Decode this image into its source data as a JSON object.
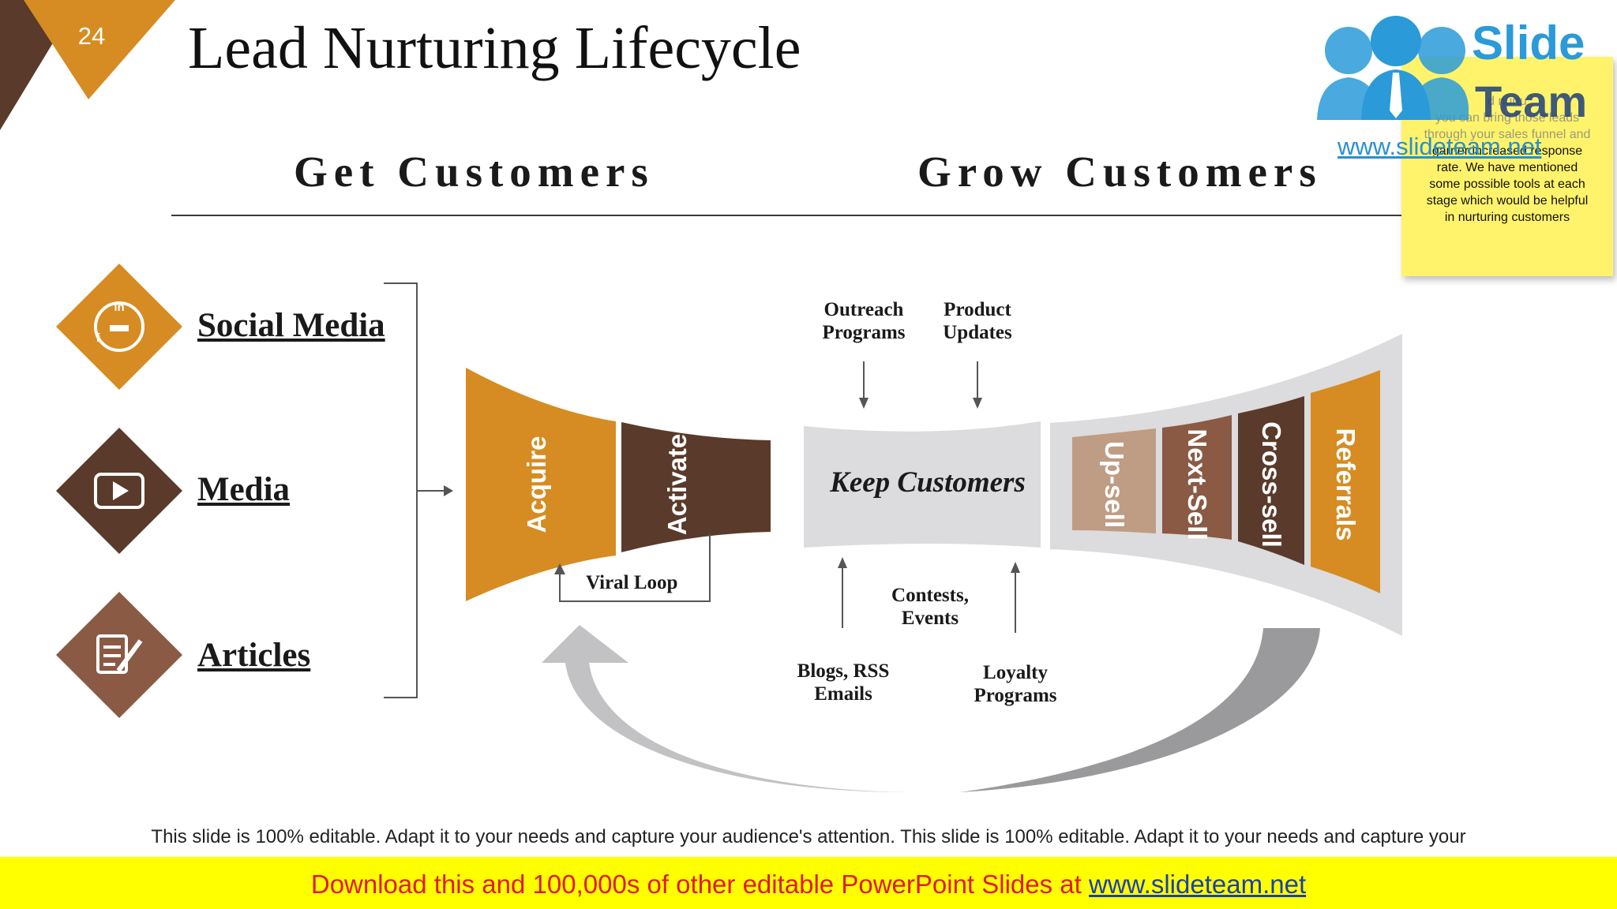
{
  "slide": {
    "number": "24",
    "title": "Lead Nurturing Lifecycle"
  },
  "sections": {
    "get": "Get Customers",
    "grow": "Grow Customers"
  },
  "channels": [
    {
      "label": "Social Media",
      "icon": "social-media-icon",
      "color": "#d68c22"
    },
    {
      "label": "Media",
      "icon": "play-video-icon",
      "color": "#5a3a2a"
    },
    {
      "label": "Articles",
      "icon": "document-edit-icon",
      "color": "#8a5a44"
    }
  ],
  "funnel": {
    "acquire": "Acquire",
    "activate": "Activate",
    "viral_loop": "Viral Loop",
    "keep": "Keep Customers",
    "grow_stages": [
      "Up-sell",
      "Next-Sell",
      "Cross-sell",
      "Referrals"
    ]
  },
  "tools": {
    "outreach": [
      "Outreach",
      "Programs"
    ],
    "product": [
      "Product",
      "Updates"
    ],
    "contests": [
      "Contests,",
      "Events"
    ],
    "blogs": [
      "Blogs, RSS",
      "Emails"
    ],
    "loyalty": [
      "Loyalty",
      "Programs"
    ]
  },
  "sticky_note": {
    "faint_lines": [
      "d nurtu",
      "you can bring those leads",
      "through your sales funnel and"
    ],
    "lines": [
      "garner increased response",
      "rate.  We have mentioned",
      "some possible tools at each",
      "stage which would be helpful",
      "in nurturing customers"
    ]
  },
  "logo": {
    "slide": "Slide",
    "team": "Team",
    "url": "www.slideteam.net"
  },
  "footer": {
    "note": "This slide is 100% editable. Adapt it to your needs and capture your audience's attention. This slide is 100% editable. Adapt it to your needs and capture your",
    "banner_prefix": "Download this and 100,000s of other editable PowerPoint Slides at ",
    "banner_link": "www.slideteam.net"
  },
  "colors": {
    "orange": "#d68c22",
    "dark_brown": "#5a3a2a",
    "medium_brown": "#8a5a44",
    "tan": "#bf9c84",
    "light_gray": "#dcdbdd",
    "banner_yellow": "#ffff00",
    "banner_red": "#e01b1b"
  }
}
